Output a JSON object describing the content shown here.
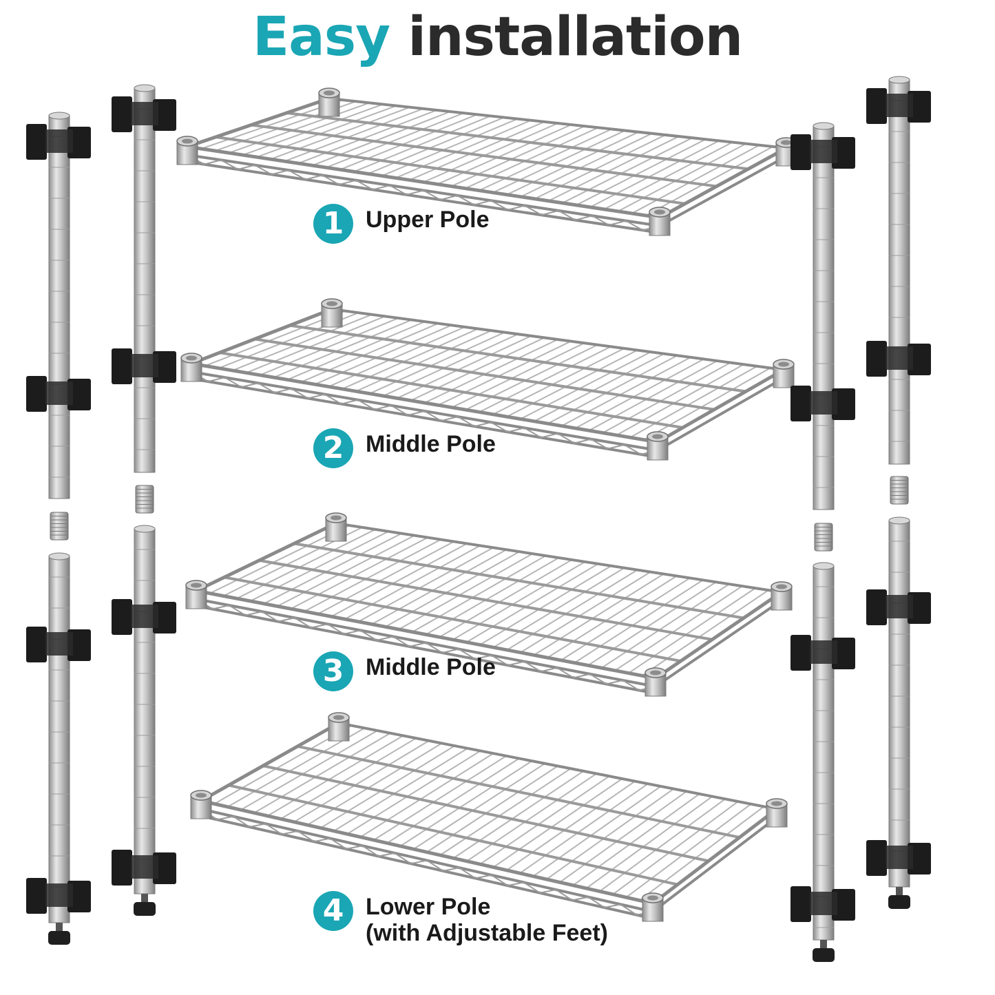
{
  "title": {
    "accent_word": "Easy",
    "rest": "installation"
  },
  "colors": {
    "accent": "#1aa6b4",
    "title_dark": "#2b2b2b",
    "metal": "#a9a9a9",
    "clip": "#1c1c1c"
  },
  "steps": [
    {
      "number": "1",
      "label": "Upper Pole"
    },
    {
      "number": "2",
      "label": "Middle Pole"
    },
    {
      "number": "3",
      "label": "Middle Pole"
    },
    {
      "number": "4",
      "label": "Lower Pole\n(with Adjustable Feet)"
    }
  ],
  "icons": [
    "wire-shelf-icon",
    "pole-icon",
    "shelf-clip-icon",
    "pole-connector-icon",
    "adjustable-foot-icon"
  ]
}
